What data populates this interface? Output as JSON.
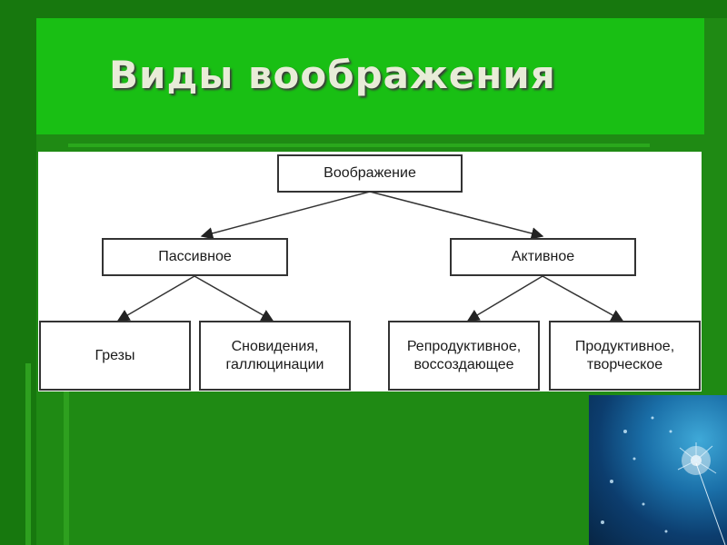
{
  "slide": {
    "title": "Виды воображения"
  },
  "diagram": {
    "root": "Воображение",
    "level1": [
      "Пассивное",
      "Активное"
    ],
    "level2": [
      "Грезы",
      "Сновидения,\nгаллюцинации",
      "Репродуктивное,\nвоссоздающее",
      "Продуктивное,\nтворческое"
    ]
  },
  "decor": {
    "photo_icon": "dandelion-photo"
  },
  "colors": {
    "background": "#1f8a14",
    "title_panel": "#19bf14",
    "title_text": "#e8ecd8",
    "diagram_bg": "#ffffff",
    "lines": "#333333"
  }
}
